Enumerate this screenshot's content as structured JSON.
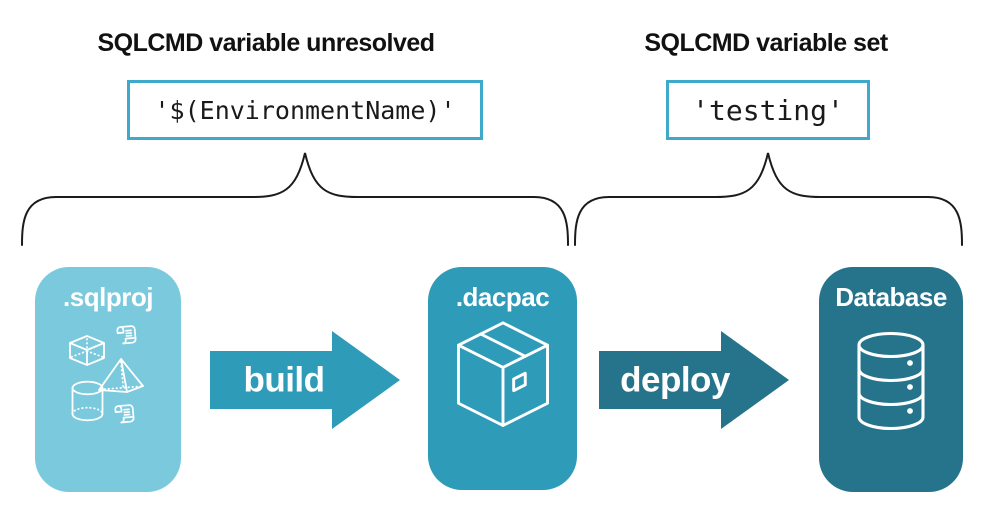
{
  "colors": {
    "light_teal": "#7AC9DC",
    "mid_teal": "#2E9BB8",
    "dark_teal": "#26748B",
    "box_border": "#3FA9CB",
    "heading_text": "#111111",
    "code_text": "#1A1A1A",
    "brace_line": "#1B1B1B",
    "card_text": "#FFFFFF"
  },
  "annotations": {
    "left": {
      "title": "SQLCMD variable unresolved",
      "value": "'$(EnvironmentName)'"
    },
    "right": {
      "title": "SQLCMD variable set",
      "value": "'testing'"
    }
  },
  "pipeline": {
    "stages": [
      {
        "label": ".sqlproj",
        "icon": "sql-project-objects-icon"
      },
      {
        "label": ".dacpac",
        "icon": "package-box-icon"
      },
      {
        "label": "Database",
        "icon": "database-cylinder-icon"
      }
    ],
    "arrows": [
      {
        "label": "build"
      },
      {
        "label": "deploy"
      }
    ]
  }
}
